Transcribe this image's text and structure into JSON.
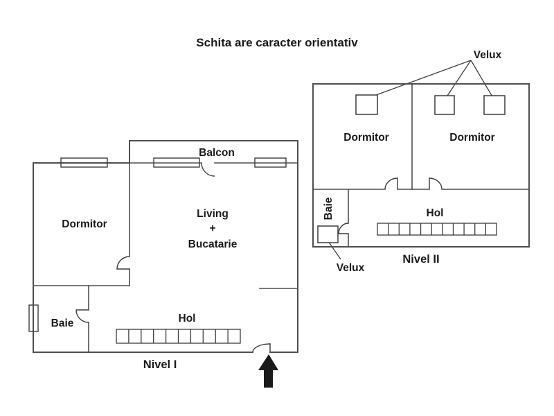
{
  "title": "Schita are caracter orientativ",
  "colors": {
    "wall": "#4f4f4f",
    "text": "#1a1a1a",
    "arrow": "#1a1a1a",
    "background": "#ffffff"
  },
  "level1": {
    "name": "Nivel I",
    "rooms": {
      "balcon": "Balcon",
      "dormitor": "Dormitor",
      "living_line1": "Living",
      "living_line2": "+",
      "living_line3": "Bucatarie",
      "baie": "Baie",
      "hol": "Hol"
    },
    "stairs_steps": 10
  },
  "level2": {
    "name": "Nivel II",
    "rooms": {
      "dormitor_left": "Dormitor",
      "dormitor_right": "Dormitor",
      "baie": "Baie",
      "hol": "Hol"
    },
    "velux_label_top": "Velux",
    "velux_label_bottom": "Velux",
    "stairs_steps": 11
  }
}
